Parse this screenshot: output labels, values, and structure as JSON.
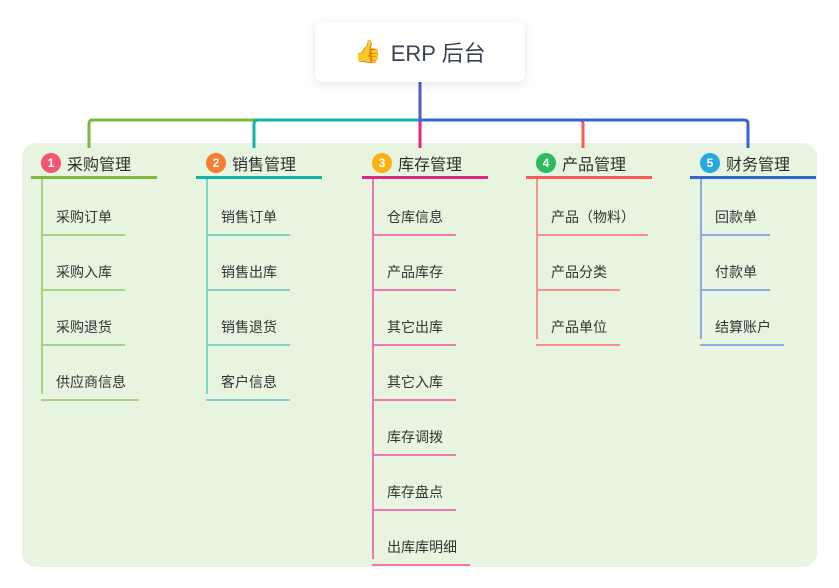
{
  "root": {
    "icon": "👍",
    "label": "ERP 后台"
  },
  "branches": [
    {
      "num": "1",
      "label": "采购管理",
      "badge_color": "#f25670",
      "line_color": "#7cb83e",
      "child_line_color": "#a8d37f",
      "children": [
        "采购订单",
        "采购入库",
        "采购退货",
        "供应商信息"
      ]
    },
    {
      "num": "2",
      "label": "销售管理",
      "badge_color": "#f97d31",
      "line_color": "#11b3a6",
      "child_line_color": "#7fd4c9",
      "children": [
        "销售订单",
        "销售出库",
        "销售退货",
        "客户信息"
      ]
    },
    {
      "num": "3",
      "label": "库存管理",
      "badge_color": "#fbb014",
      "line_color": "#dd2a87",
      "child_line_color": "#ee77b3",
      "children": [
        "仓库信息",
        "产品库存",
        "其它出库",
        "其它入库",
        "库存调拨",
        "库存盘点",
        "出库库明细"
      ]
    },
    {
      "num": "4",
      "label": "产品管理",
      "badge_color": "#2dbb5e",
      "line_color": "#f85c55",
      "child_line_color": "#f9928c",
      "children": [
        "产品（物料）",
        "产品分类",
        "产品单位"
      ]
    },
    {
      "num": "5",
      "label": "财务管理",
      "badge_color": "#29a7e1",
      "line_color": "#3465d2",
      "child_line_color": "#92a9e0",
      "children": [
        "回款单",
        "付款单",
        "结算账户"
      ]
    }
  ],
  "colors": {
    "panel_bg": "#e7f5e0",
    "trunk": "#4f5bc8",
    "text": "#333333"
  }
}
